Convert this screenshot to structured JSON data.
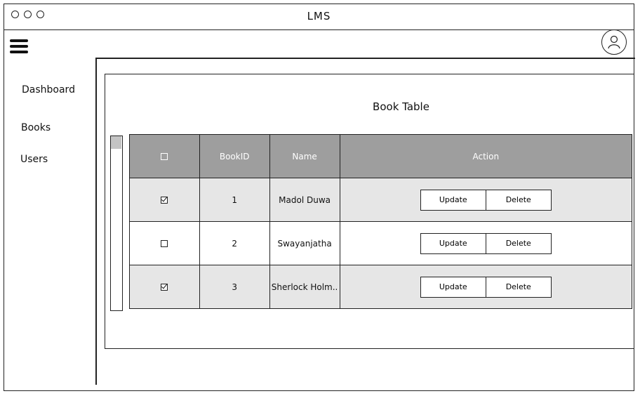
{
  "window": {
    "title": "LMS"
  },
  "sidebar": {
    "items": [
      {
        "label": "Dashboard"
      },
      {
        "label": "Books"
      },
      {
        "label": "Users"
      }
    ]
  },
  "panel": {
    "title": "Book Table"
  },
  "table": {
    "headers": {
      "select": "",
      "id": "BookID",
      "name": "Name",
      "action": "Action"
    },
    "rows": [
      {
        "checked": true,
        "id": "1",
        "name": "Madol Duwa",
        "update": "Update",
        "delete": "Delete"
      },
      {
        "checked": false,
        "id": "2",
        "name": "Swayanjatha",
        "update": "Update",
        "delete": "Delete"
      },
      {
        "checked": true,
        "id": "3",
        "name": "Sherlock Holm..",
        "update": "Update",
        "delete": "Delete"
      }
    ]
  },
  "icons": {
    "menu": "hamburger-icon",
    "user": "user-avatar-icon",
    "check": "checkmark-icon"
  },
  "colors": {
    "header_bg": "#9e9e9e",
    "row_gray": "#e6e6e6",
    "border": "#222222"
  }
}
